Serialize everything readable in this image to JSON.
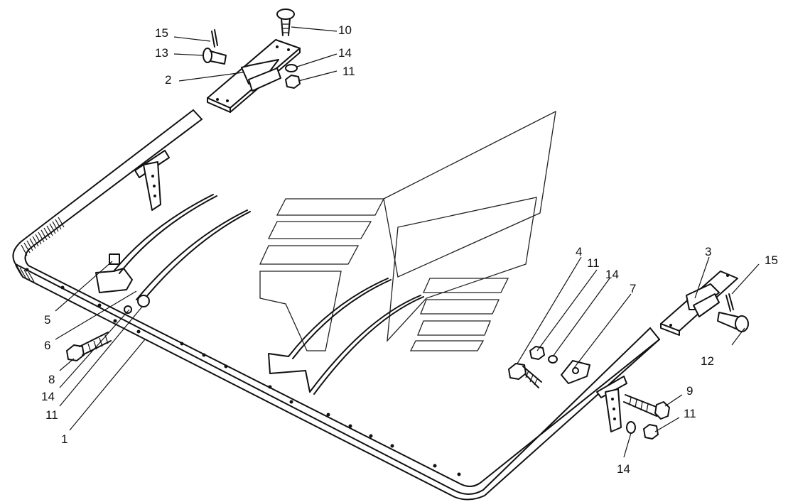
{
  "diagram": {
    "callouts": [
      {
        "id": "c15a",
        "text": "15"
      },
      {
        "id": "c13",
        "text": "13"
      },
      {
        "id": "c2",
        "text": "2"
      },
      {
        "id": "c10",
        "text": "10"
      },
      {
        "id": "c14a",
        "text": "14"
      },
      {
        "id": "c11a",
        "text": "11"
      },
      {
        "id": "c5",
        "text": "5"
      },
      {
        "id": "c6",
        "text": "6"
      },
      {
        "id": "c8",
        "text": "8"
      },
      {
        "id": "c14b",
        "text": "14"
      },
      {
        "id": "c11b",
        "text": "11"
      },
      {
        "id": "c1",
        "text": "1"
      },
      {
        "id": "c4",
        "text": "4"
      },
      {
        "id": "c11c",
        "text": "11"
      },
      {
        "id": "c14c",
        "text": "14"
      },
      {
        "id": "c7",
        "text": "7"
      },
      {
        "id": "c3",
        "text": "3"
      },
      {
        "id": "c15b",
        "text": "15"
      },
      {
        "id": "c12",
        "text": "12"
      },
      {
        "id": "c9",
        "text": "9"
      },
      {
        "id": "c11d",
        "text": "11"
      },
      {
        "id": "c14d",
        "text": "14"
      }
    ]
  }
}
